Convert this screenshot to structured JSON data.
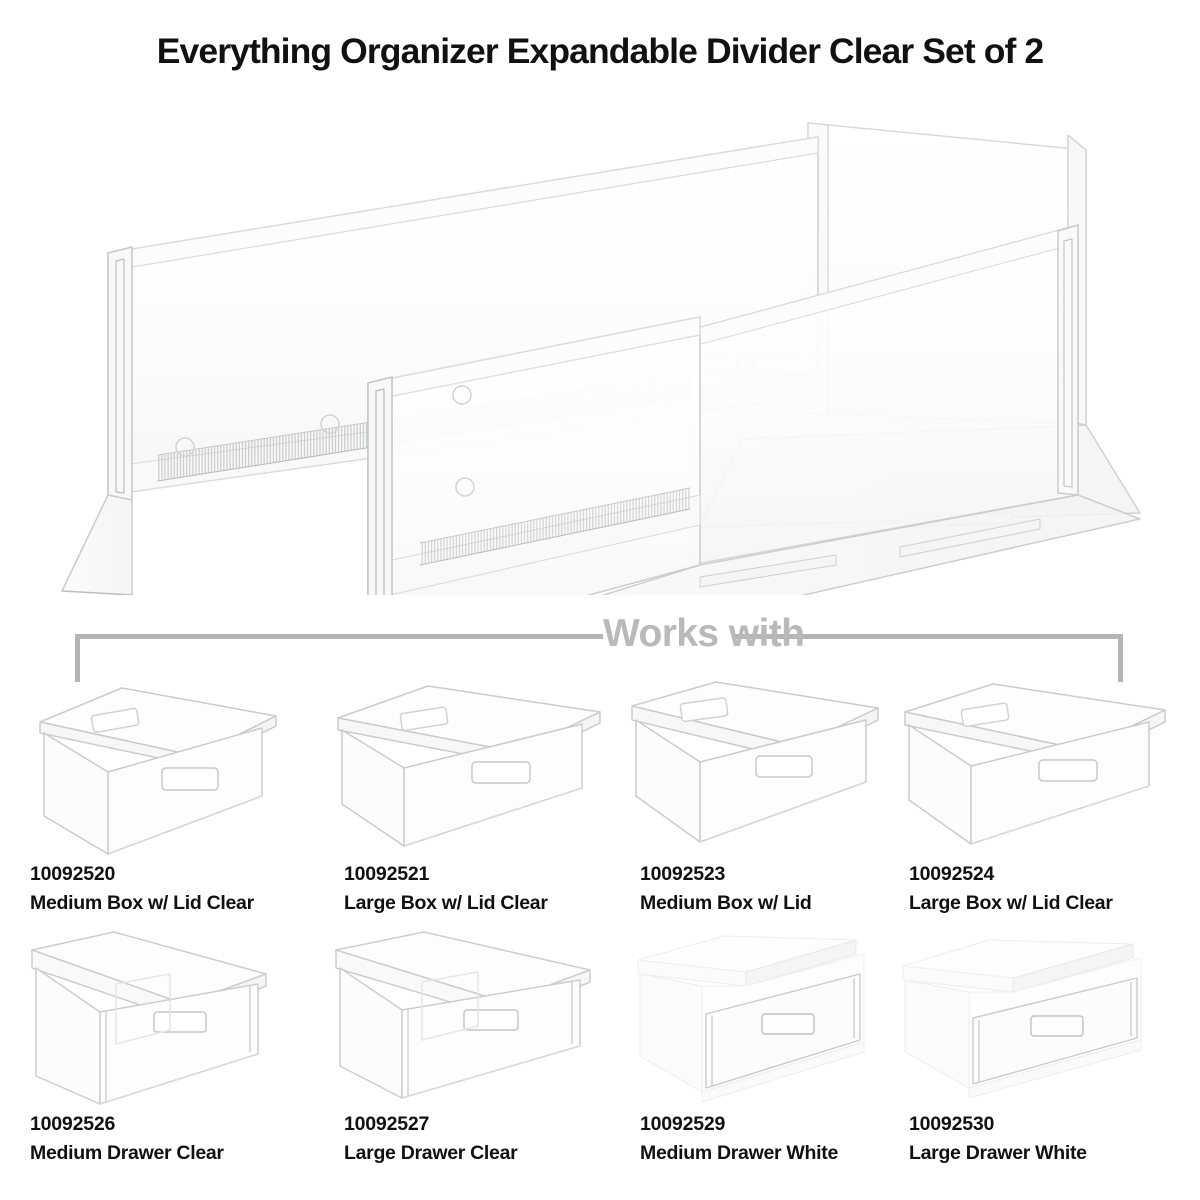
{
  "title": "Everything Organizer Expandable Divider Clear Set of 2",
  "hero": {
    "alt_name": "expandable-divider-pair",
    "piece_count": 2
  },
  "section": {
    "works_with_label": "Works with",
    "rule_color": "#b5b5b5",
    "label_color": "#b9b9b9"
  },
  "products": [
    [
      {
        "sku": "10092520",
        "name": "Medium Box w/ Lid Clear",
        "kind": "box-with-lid",
        "finish": "clear",
        "size": "medium"
      },
      {
        "sku": "10092521",
        "name": "Large Box w/ Lid Clear",
        "kind": "box-with-lid",
        "finish": "clear",
        "size": "large"
      },
      {
        "sku": "10092523",
        "name": "Medium Box w/ Lid",
        "kind": "box-with-lid",
        "finish": "clear",
        "size": "medium"
      },
      {
        "sku": "10092524",
        "name": "Large Box w/ Lid Clear",
        "kind": "box-with-lid",
        "finish": "clear",
        "size": "large"
      }
    ],
    [
      {
        "sku": "10092526",
        "name": "Medium Drawer Clear",
        "kind": "drawer",
        "finish": "clear",
        "size": "medium"
      },
      {
        "sku": "10092527",
        "name": "Large Drawer Clear",
        "kind": "drawer",
        "finish": "clear",
        "size": "large"
      },
      {
        "sku": "10092529",
        "name": "Medium Drawer White",
        "kind": "drawer",
        "finish": "white",
        "size": "medium"
      },
      {
        "sku": "10092530",
        "name": "Large Drawer White",
        "kind": "drawer",
        "finish": "white",
        "size": "large"
      }
    ]
  ],
  "colors": {
    "background": "#ffffff",
    "text": "#111111",
    "acrylic_outline": "#c9ccce",
    "acrylic_outline_light": "#dfe2e4",
    "white_plastic": "#fdfdfd",
    "white_plastic_shade": "#ededed"
  }
}
